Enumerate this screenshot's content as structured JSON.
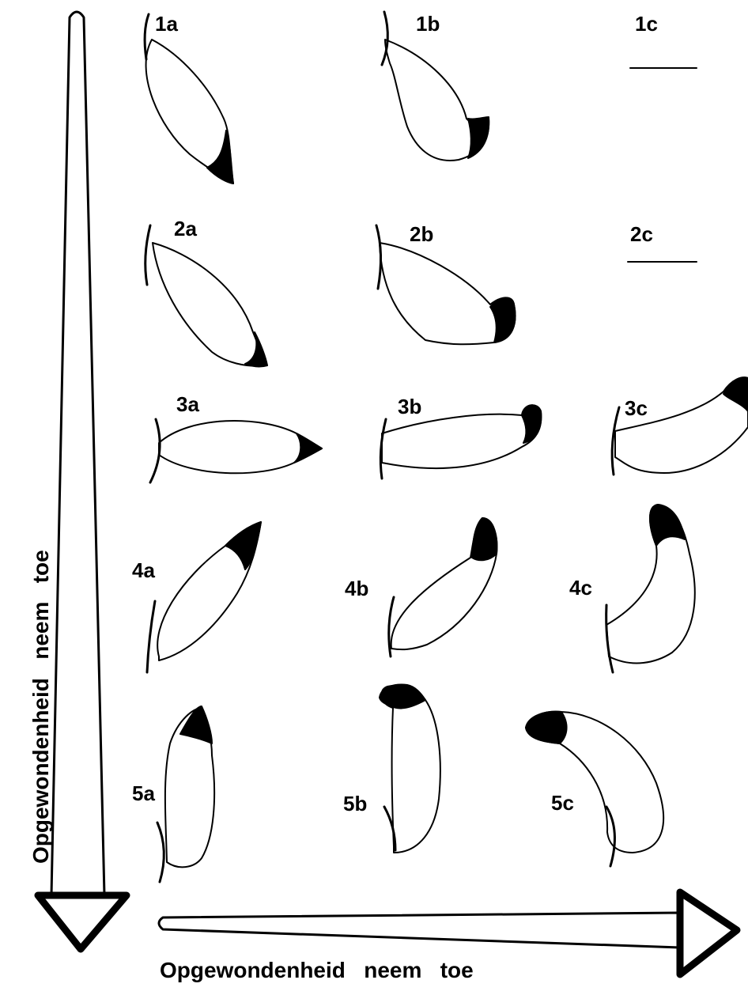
{
  "axis_labels": {
    "vertical": "Opgewondenheid   neem   toe",
    "horizontal": "Opgewondenheid   neem   toe"
  },
  "panels": [
    {
      "label": "1a",
      "shape": "ellipse-tail-lower-right"
    },
    {
      "label": "1b",
      "shape": "curved-tail-right"
    },
    {
      "label": "1c",
      "shape": "horizontal-line"
    },
    {
      "label": "2a",
      "shape": "ellipse-tail-lower-right"
    },
    {
      "label": "2b",
      "shape": "ellipse-tail-right"
    },
    {
      "label": "2c",
      "shape": "horizontal-line"
    },
    {
      "label": "3a",
      "shape": "horizontal-ellipse-tail-right"
    },
    {
      "label": "3b",
      "shape": "horizontal-ellipse-tail-up"
    },
    {
      "label": "3c",
      "shape": "curved-tail-up"
    },
    {
      "label": "4a",
      "shape": "ellipse-tail-upper-right"
    },
    {
      "label": "4b",
      "shape": "ellipse-tail-upper-right"
    },
    {
      "label": "4c",
      "shape": "curved-tail-up"
    },
    {
      "label": "5a",
      "shape": "vertical-ellipse-tail-top"
    },
    {
      "label": "5b",
      "shape": "vertical-curved-tail-top"
    },
    {
      "label": "5c",
      "shape": "curved-tail-left"
    }
  ],
  "colors": {
    "ink": "#000000",
    "background": "#ffffff"
  }
}
